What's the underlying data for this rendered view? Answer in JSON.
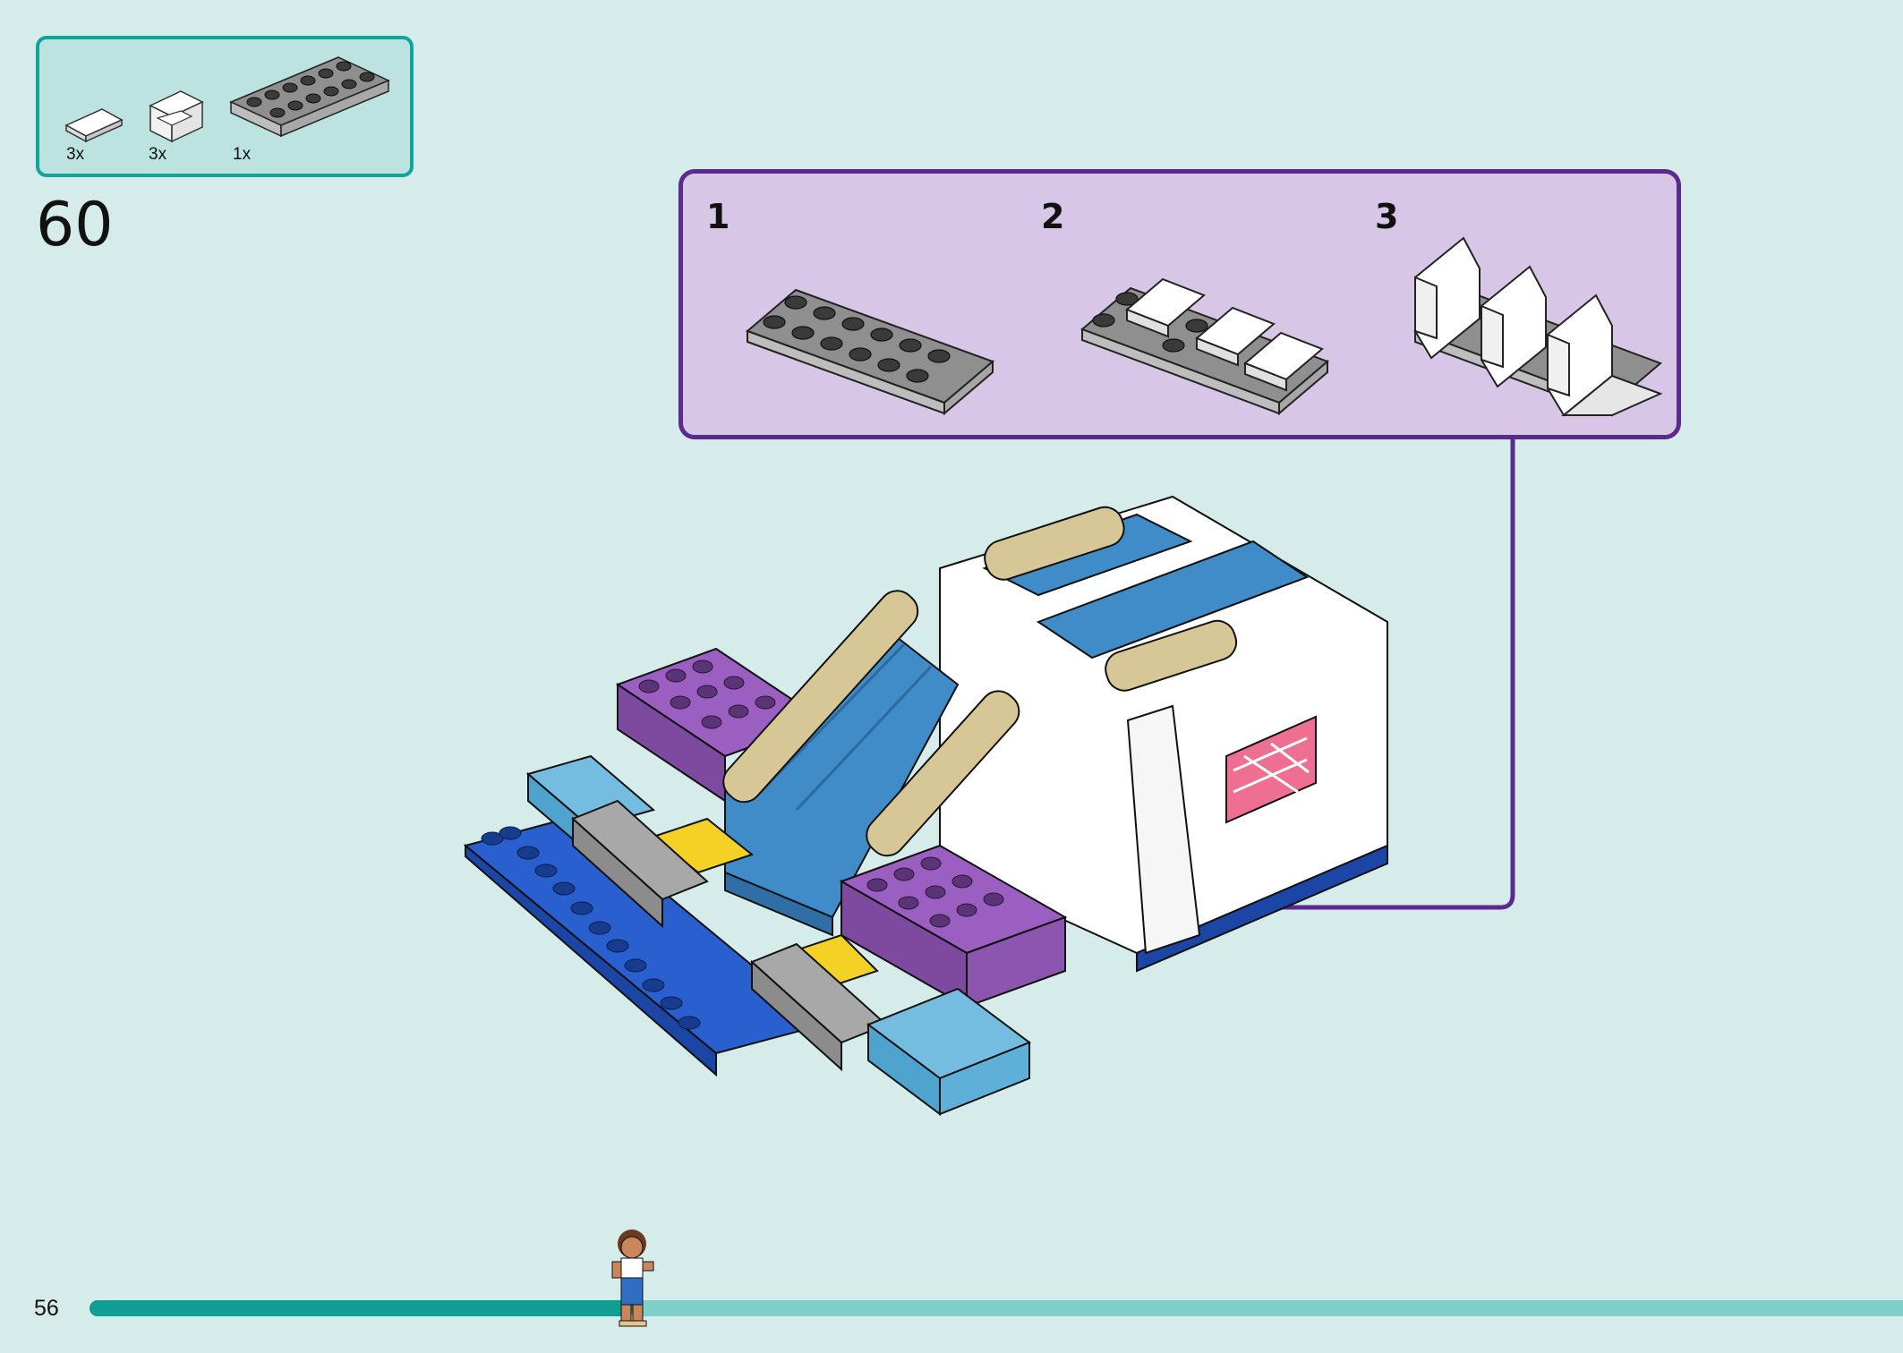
{
  "parts": [
    {
      "icon": "white-tile-1x2-icon",
      "count": "3x"
    },
    {
      "icon": "white-slope-bracket-icon",
      "count": "3x"
    },
    {
      "icon": "gray-plate-2x6-icon",
      "count": "1x"
    }
  ],
  "step": {
    "number": "60"
  },
  "substeps": [
    {
      "number": "1",
      "icon": "gray-plate-icon"
    },
    {
      "number": "2",
      "icon": "plate-with-tiles-icon"
    },
    {
      "number": "3",
      "icon": "plate-with-slopes-icon"
    }
  ],
  "page": {
    "number": "56",
    "progress_fraction": 0.3
  },
  "colors": {
    "background": "#d5eceb",
    "parts_border": "#12a39a",
    "substep_border": "#5a2a8c",
    "substep_fill": "#d7c6e6",
    "progress_fill": "#0f9e93",
    "progress_track": "#7fcfca"
  }
}
